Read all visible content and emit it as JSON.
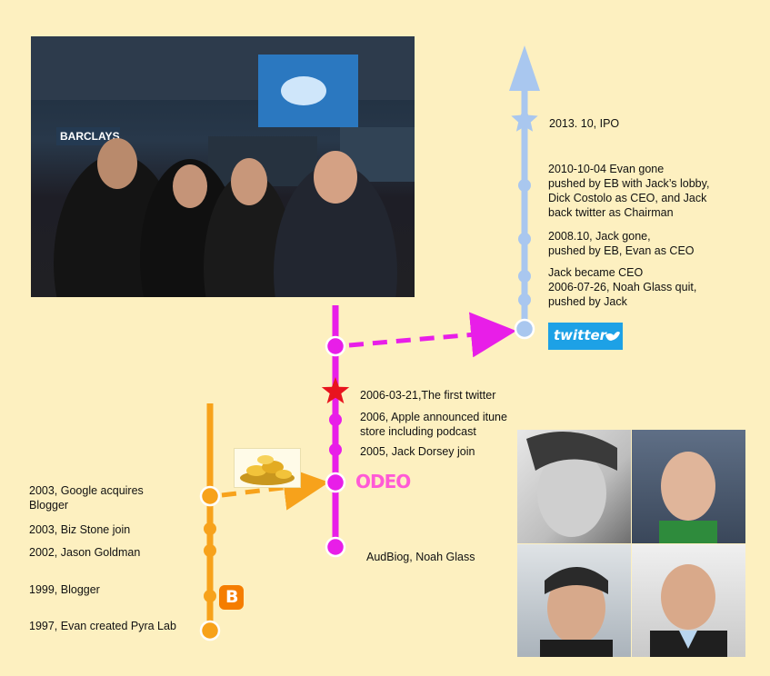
{
  "colors": {
    "background": "#fdf0c0",
    "orange_line": "#f7a21b",
    "magenta_line": "#e81ee8",
    "blue_line": "#a9c7ef",
    "star_red": "#e8141e"
  },
  "timeline_blogger": {
    "events": [
      {
        "text": "2003, Google acquires\nBlogger"
      },
      {
        "text": "2003, Biz Stone join"
      },
      {
        "text": "2002, Jason Goldman"
      },
      {
        "text": "1999, Blogger"
      },
      {
        "text": "1997, Evan created Pyra Lab"
      }
    ]
  },
  "timeline_odeo": {
    "events": [
      {
        "text": "2006-03-21,The first twitter"
      },
      {
        "text": "2006, Apple announced itune\nstore including podcast"
      },
      {
        "text": "2005, Jack Dorsey join"
      },
      {
        "text": "AudBiog, Noah Glass"
      }
    ]
  },
  "timeline_twitter": {
    "events": [
      {
        "text": "2013. 10, IPO"
      },
      {
        "text": "2010-10-04 Evan gone\npushed by EB with Jack’s lobby,\nDick Costolo as CEO, and Jack\nback twitter as Chairman"
      },
      {
        "text": "2008.10, Jack gone,\npushed by EB, Evan as CEO"
      },
      {
        "text": "Jack became CEO\n2006-07-26, Noah Glass quit,\npushed by Jack"
      }
    ]
  },
  "logos": {
    "odeo": "ODEO",
    "twitter": "twitter",
    "blogger": "B"
  },
  "icons": {
    "ipo": "star-icon",
    "first_tweet": "star-icon",
    "acquisition": "gold-coins-icon"
  }
}
